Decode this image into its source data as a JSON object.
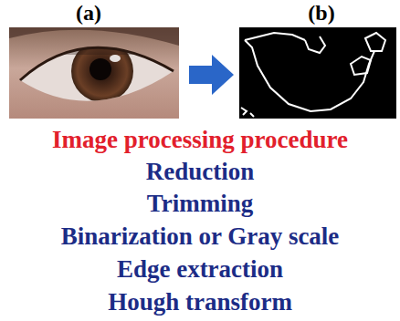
{
  "diagram": {
    "title": "Image processing procedure",
    "labels": [
      "(a)",
      "(b)",
      "Reduction",
      "Trimming",
      "Binarization or Gray scale",
      "Edge extraction",
      "Hough transform"
    ]
  }
}
